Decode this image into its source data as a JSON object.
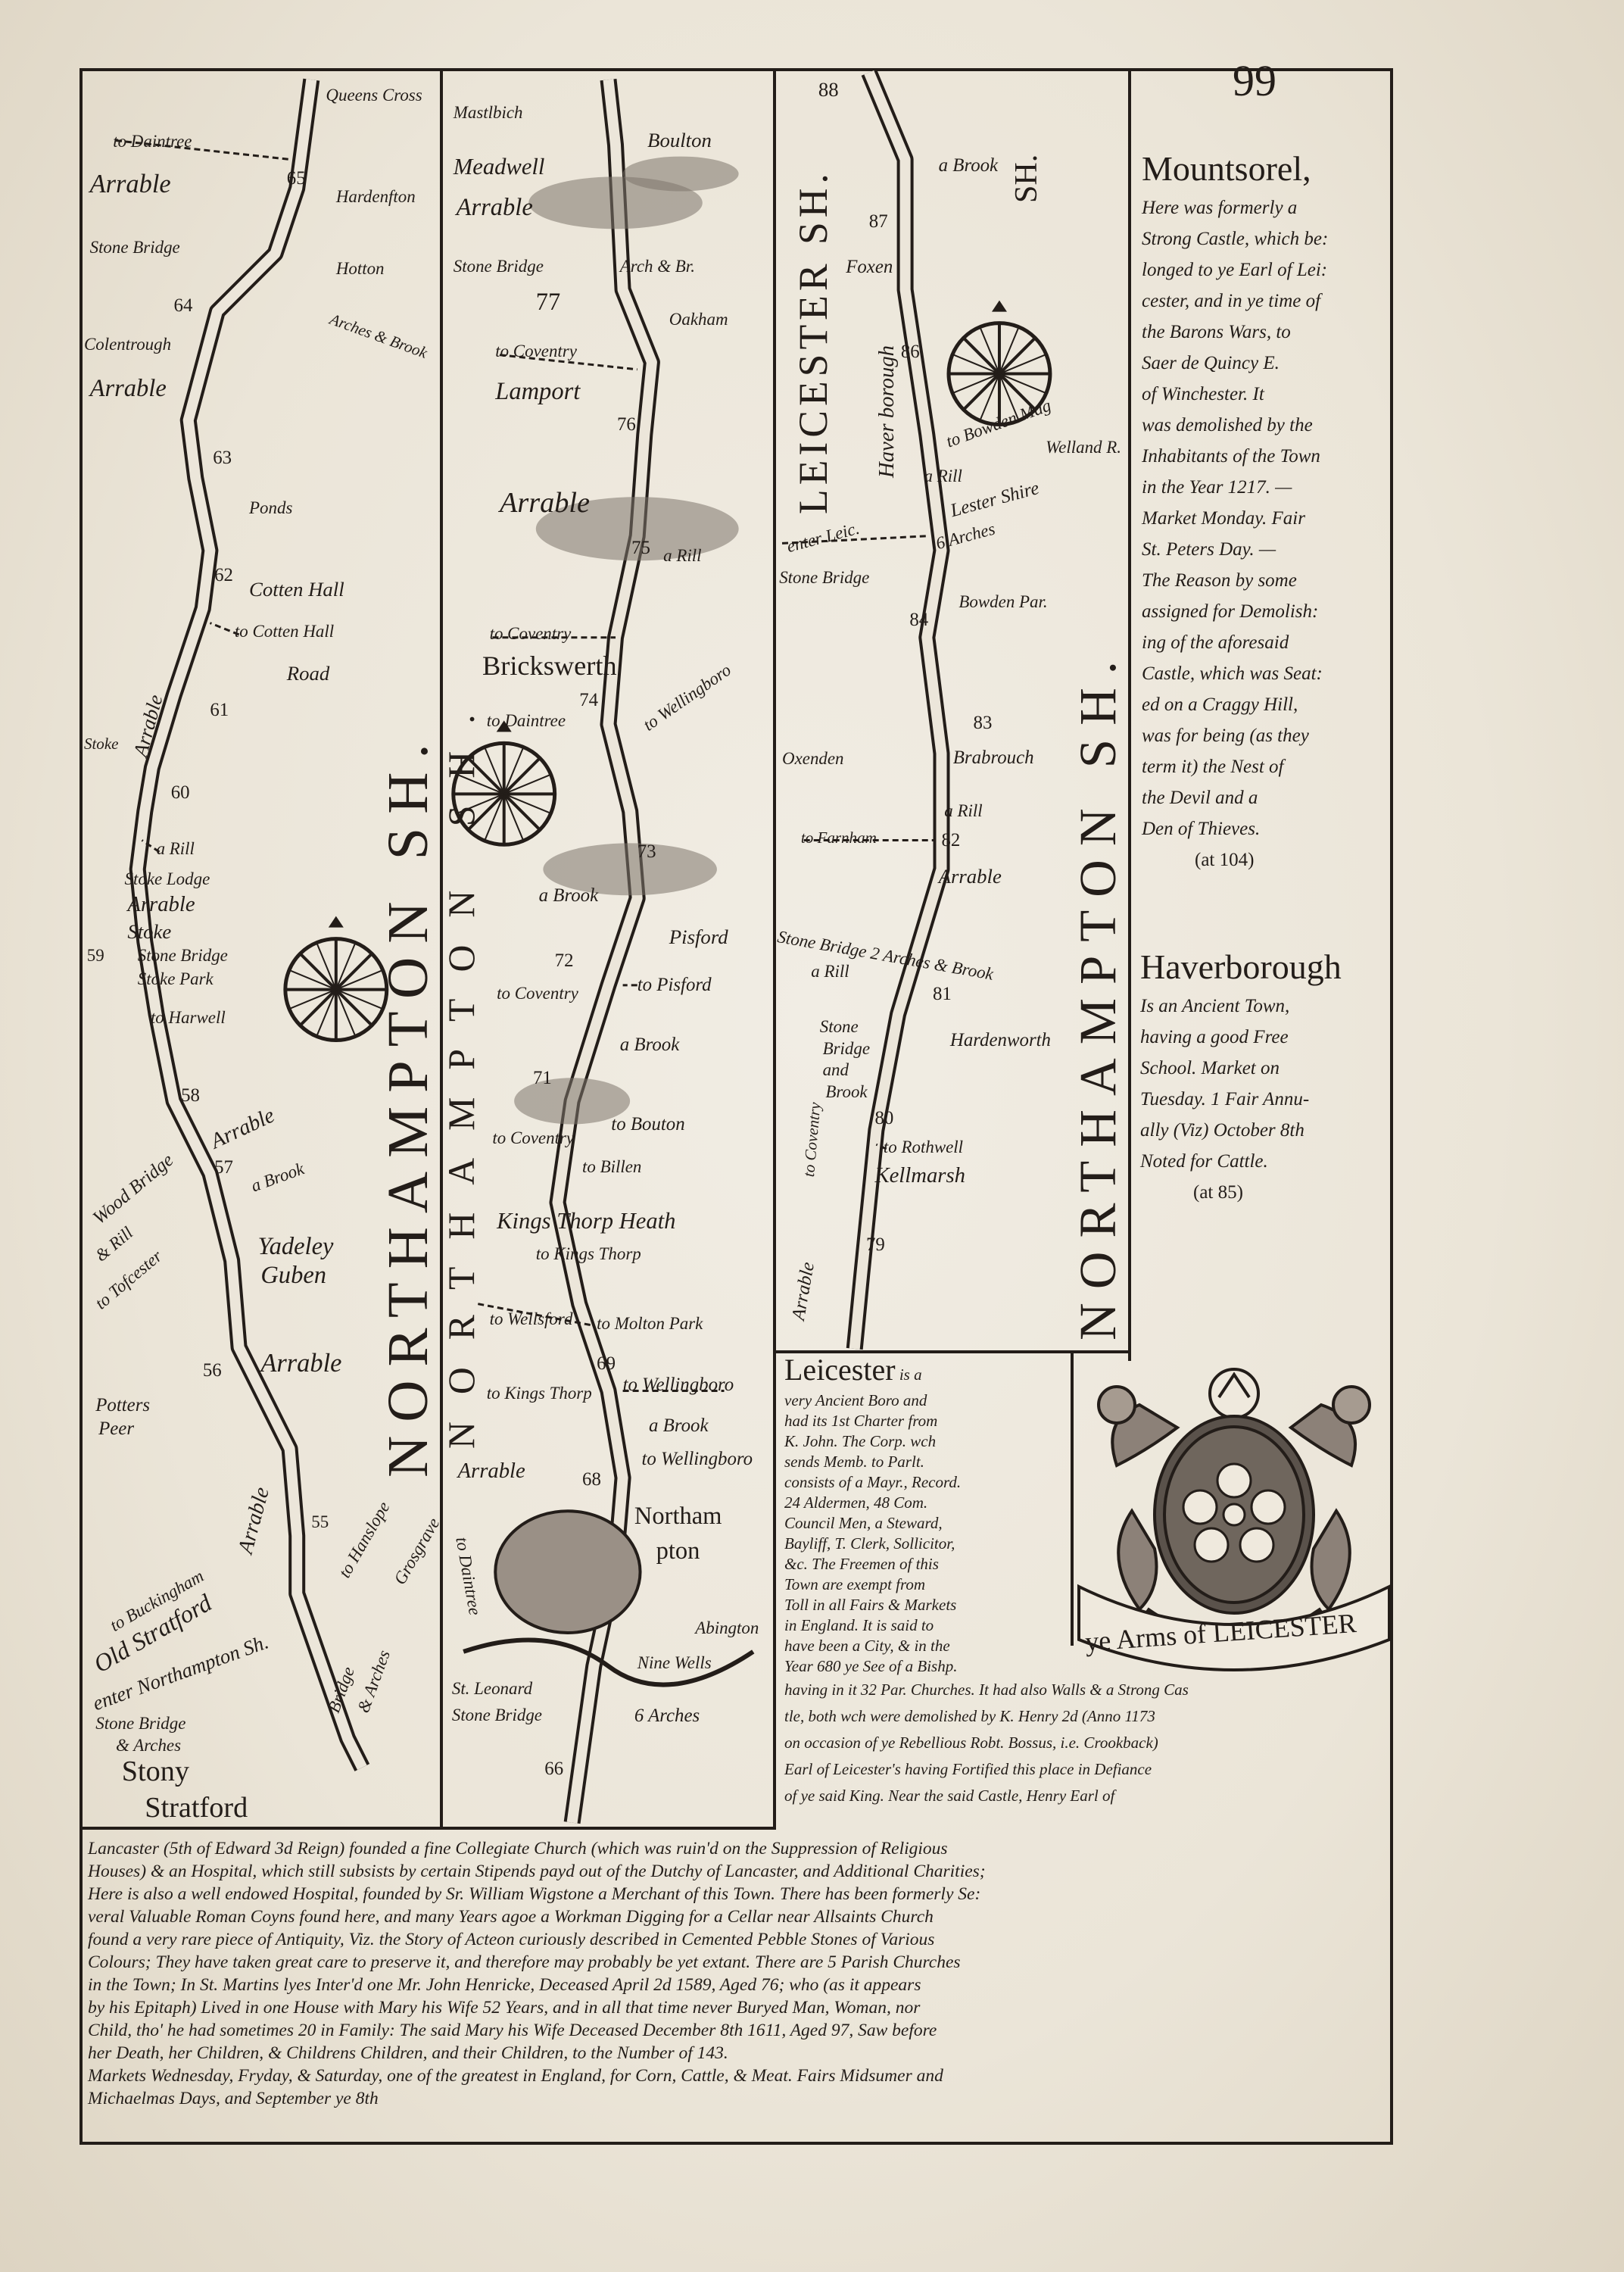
{
  "page_number": "99",
  "strips": [
    {
      "county_label": "NORTHAMPTON SH.",
      "labels": [
        "Queens Cross",
        "to Daintree",
        "Arrable",
        "65",
        "Hardenfton",
        "Stone Bridge",
        "Hotton",
        "Arches & Brook",
        "64",
        "Colentrough",
        "Arrable",
        "63",
        "Ponds",
        "62",
        "Cotten Hall",
        "to Cotten Hall",
        "Road",
        "61",
        "Arrable",
        "Stoke",
        "60",
        "a Rill",
        "Stoke Lodge",
        "Arrable",
        "Stoke",
        "Stone Bridge",
        "Stoke Park",
        "59",
        "to Harwell",
        "58",
        "Wood Bridge",
        "Arrable",
        "57",
        "a Brook",
        "& Rill",
        "to Tofcester",
        "Yadeley",
        "Guben",
        "56",
        "Arrable",
        "Potters",
        "Peer",
        "Arrable",
        "55",
        "to Hanslope",
        "Grosgrave",
        "Old Stratford",
        "to Buckingham",
        "enter Northampton Sh.",
        "Stone Bridge",
        "& Arches",
        "Bridge",
        "& Arches",
        "Stony",
        "Stratford"
      ]
    },
    {
      "county_label": "NORTHAMPTON SH.",
      "labels": [
        "Mastlbich",
        "Boulton",
        "Meadwell",
        "Arrable",
        "Stone Bridge",
        "Arch & Br.",
        "77",
        "Oakham",
        "to Coventry",
        "Lamport",
        "76",
        "Arrable",
        "75",
        "a Rill",
        "to Coventry",
        "Brickswerth",
        "74",
        "to Wellingboro",
        "to Daintree",
        "73",
        "a Brook",
        "Pisford",
        "72",
        "to Coventry",
        "to Pisford",
        "a Brook",
        "71",
        "to Bouton",
        "to Coventry",
        "to Billen",
        "Kings Thorp Heath",
        "to Kings Thorp",
        "to Wellsford",
        "to Molton Park",
        "69",
        "to Wellingboro",
        "to Kings Thorp",
        "a Brook",
        "Arrable",
        "68",
        "to Wellingboro",
        "Northam",
        "pton",
        "to Daintree",
        "Abington",
        "Nine Wells",
        "St. Leonard",
        "Stone Bridge",
        "6 Arches",
        "66"
      ]
    },
    {
      "county_label": "NORTHAMPTON SH.",
      "county_label_2": "LEICESTER SH.",
      "labels": [
        "88",
        "a Brook",
        "87",
        "Foxen",
        "SH.",
        "86",
        "Haver borough",
        "a Rill",
        "to Bowden Mag",
        "Lester Shire",
        "Welland R.",
        "enter Leic.",
        "6 Arches",
        "Stone Bridge",
        "84",
        "Bowden Par.",
        "83",
        "Oxenden",
        "Brabrouch",
        "a Rill",
        "to Farnham",
        "82",
        "Arrable",
        "Stone Bridge 2 Arches & Brook",
        "a Rill",
        "81",
        "Hardenworth",
        "Stone",
        "Bridge",
        "and",
        "Brook",
        "80",
        "to Rothwell",
        "Kellmarsh",
        "79",
        "Arrable",
        "to Coventry"
      ]
    }
  ],
  "mountsorel": {
    "title": "Mountsorel,",
    "lines": [
      "Here was formerly a",
      "Strong Castle, which be:",
      "longed to ye Earl of Lei:",
      "cester, and in ye time of",
      "the Barons Wars, to",
      "Saer de Quincy E.",
      "of Winchester. It",
      "was demolished by the",
      "Inhabitants of the Town",
      "in the Year 1217. —",
      "Market Monday. Fair",
      "St. Peters Day. —",
      "The Reason by some",
      "assigned for Demolish:",
      "ing of the aforesaid",
      "Castle, which was Seat:",
      "ed on a Craggy Hill,",
      "was for being (as they",
      "term it) the Nest of",
      "the Devil and a",
      "Den of Thieves."
    ],
    "ref": "(at 104)"
  },
  "haverborough": {
    "title": "Haverborough",
    "lines": [
      "Is an Ancient Town,",
      "having a good Free",
      "School. Market on",
      "Tuesday. 1 Fair Annu-",
      "ally (Viz) October 8th",
      "Noted for Cattle."
    ],
    "ref": "(at 85)"
  },
  "leicester": {
    "title": "Leicester",
    "title_rest": " is a",
    "lines": [
      "very Ancient Boro and",
      "had its 1st Charter from",
      "K. John. The Corp. wch",
      "sends Memb. to Parlt.",
      "consists of a Mayr., Record.",
      "24 Aldermen, 48 Com.",
      "Council Men, a Steward,",
      "Bayliff, T. Clerk, Sollicitor,",
      "&c. The Freemen of this",
      "Town are exempt from",
      "Toll in all Fairs & Markets",
      "in England. It is said to",
      "have been a City, & in the",
      "Year 680 ye See of a Bishp."
    ],
    "wide_lines": [
      "having in it 32 Par. Churches. It had also Walls & a Strong Cas",
      "tle, both wch were demolished by K. Henry 2d (Anno 1173",
      "on occasion of ye Rebellious Robt. Bossus, i.e. Crookback)",
      "Earl of Leicester's having Fortified this place in Defiance",
      "of ye said King. Near the said Castle, Henry Earl of"
    ]
  },
  "bottom_text": [
    "Lancaster (5th of Edward 3d Reign) founded a fine Collegiate Church (which was ruin'd on the Suppression of Religious",
    "Houses) & an Hospital, which still subsists by certain Stipends payd out of the Dutchy of Lancaster, and Additional Charities;",
    "Here is also a well endowed Hospital, founded by Sr. William Wigstone a Merchant of this Town. There has been formerly Se:",
    "veral Valuable Roman Coyns found here, and many Years agoe a Workman Digging for a Cellar near Allsaints Church",
    "found a very rare piece of Antiquity, Viz. the Story of Acteon curiously described in Cemented Pebble Stones of Various",
    "Colours; They have taken great care to preserve it, and therefore may probably be yet extant. There are 5 Parish Churches",
    "in the Town; In St. Martins lyes Inter'd one Mr. John Henricke, Deceased April 2d 1589, Aged 76; who (as it appears",
    "by his Epitaph) Lived in one House with Mary his Wife 52 Years, and in all that time never Buryed Man, Woman, nor",
    "Child, tho' he had sometimes 20 in Family: The said Mary his Wife Deceased December 8th 1611, Aged 97, Saw before",
    "her Death, her Children, & Childrens Children, and their Children, to the Number of 143.",
    "Markets Wednesday, Fryday, & Saturday, one of the greatest in England, for Corn, Cattle, & Meat. Fairs Midsumer and",
    "Michaelmas Days, and September ye 8th"
  ],
  "crest": {
    "ribbon": "ye Arms of LEICESTER"
  },
  "colors": {
    "paper": "#ece6da",
    "ink": "#231d19"
  }
}
